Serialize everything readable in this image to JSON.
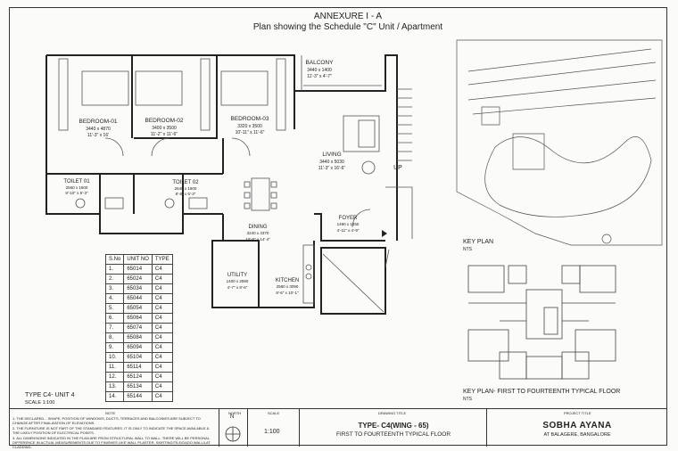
{
  "header": {
    "annexure": "ANNEXURE I - A",
    "subtitle": "Plan showing the Schedule \"C\" Unit / Apartment"
  },
  "rooms": {
    "balcony": {
      "name": "BALCONY",
      "dim": "3440 x 1400",
      "imp": "11'-3\" x 4'-7\""
    },
    "bed1": {
      "name": "BEDROOM-01",
      "dim": "3440 x 4870",
      "imp": "11'-3\" x 16'"
    },
    "bed2": {
      "name": "BEDROOM-02",
      "dim": "3400 x 3500",
      "imp": "11'-2\" x 11'-6\""
    },
    "bed3": {
      "name": "BEDROOM-03",
      "dim": "3320 x 3500",
      "imp": "10'-11\" x 11'-6\""
    },
    "living": {
      "name": "LIVING",
      "dim": "3440 x 5030",
      "imp": "11'-3\" x 16'-6\""
    },
    "toilet1": {
      "name": "TOILET 01",
      "dim": "2560 x 1600",
      "imp": "8'-10\" x 5'-3\""
    },
    "toilet2": {
      "name": "TOILET 02",
      "dim": "2640 x 1600",
      "imp": "8'-8\" x 5'-3\""
    },
    "foyer": {
      "name": "FOYER",
      "dim": "1490 x 1450",
      "imp": "4'-11\" x 4'-9\""
    },
    "dining": {
      "name": "DINING",
      "dim": "3240 x 4370",
      "imp": "10'-8\" x 14'-4\""
    },
    "utility": {
      "name": "UTILITY",
      "dim": "1400 x 2590",
      "imp": "4'-7\" x 8'-6\""
    },
    "kitchen": {
      "name": "KITCHEN",
      "dim": "2580 x 3090",
      "imp": "8'-6\" x 10'-1\""
    },
    "up": "UP"
  },
  "unit_table": {
    "headers": [
      "S.No",
      "UNIT NO",
      "TYPE"
    ],
    "rows": [
      [
        "1.",
        "65014",
        "C4"
      ],
      [
        "2.",
        "65024",
        "C4"
      ],
      [
        "3.",
        "65034",
        "C4"
      ],
      [
        "4.",
        "65044",
        "C4"
      ],
      [
        "5.",
        "65054",
        "C4"
      ],
      [
        "6.",
        "65064",
        "C4"
      ],
      [
        "7.",
        "65074",
        "C4"
      ],
      [
        "8.",
        "65084",
        "C4"
      ],
      [
        "9.",
        "65094",
        "C4"
      ],
      [
        "10.",
        "65104",
        "C4"
      ],
      [
        "11.",
        "65114",
        "C4"
      ],
      [
        "12.",
        "65124",
        "C4"
      ],
      [
        "13.",
        "65134",
        "C4"
      ],
      [
        "14.",
        "65144",
        "C4"
      ]
    ]
  },
  "plan_label": {
    "type": "TYPE C4- UNIT 4",
    "scale": "SCALE 1:100"
  },
  "key_plan": {
    "label": "KEY PLAN",
    "nts": "NTS"
  },
  "key_plan_floor": {
    "label": "KEY PLAN- FIRST TO FOURTEENTH TYPICAL FLOOR",
    "nts": "NTS"
  },
  "title_block": {
    "note_hdr": "NOTE",
    "notes": [
      "1. THE DECLARED... SHAPE, POSITION OF WINDOWS, DUCTS, TERRACES AND BALCONIES ARE SUBJECT TO CHANGE AFTER FINALIZATION OF ELEVATIONS.",
      "2. THE FURNITURE IS NOT PART OF THE STANDARD FEATURES. IT IS ONLY TO INDICATE THE SPACE AVAILABLE & THE LIKELY POSITION OF ELECTRICAL POINTS.",
      "3. ALL DIMENSIONS INDICATED IN THE PLAN ARE FROM STRUCTURAL WALL TO WALL. THERE WILL BE PERSONAL DIFFERENCE IN ACTUAL MEASUREMENTS DUE TO FINISHES LIKE WALL PLASTER, SKIRTING/TILE/DADO WALL/LAT CLADDING."
    ],
    "north_hdr": "NORTH",
    "north": "N",
    "scale_hdr": "SCALE",
    "scale": "1:100",
    "drawing_hdr": "DRAWING TITLE",
    "drawing_title": "TYPE- C4(WING - 65)",
    "drawing_sub": "FIRST TO FOURTEENTH TYPICAL FLOOR",
    "project_hdr": "PROJECT TITLE",
    "project": "SOBHA AYANA",
    "location": "AT BALAGERE, BANGALORE"
  }
}
